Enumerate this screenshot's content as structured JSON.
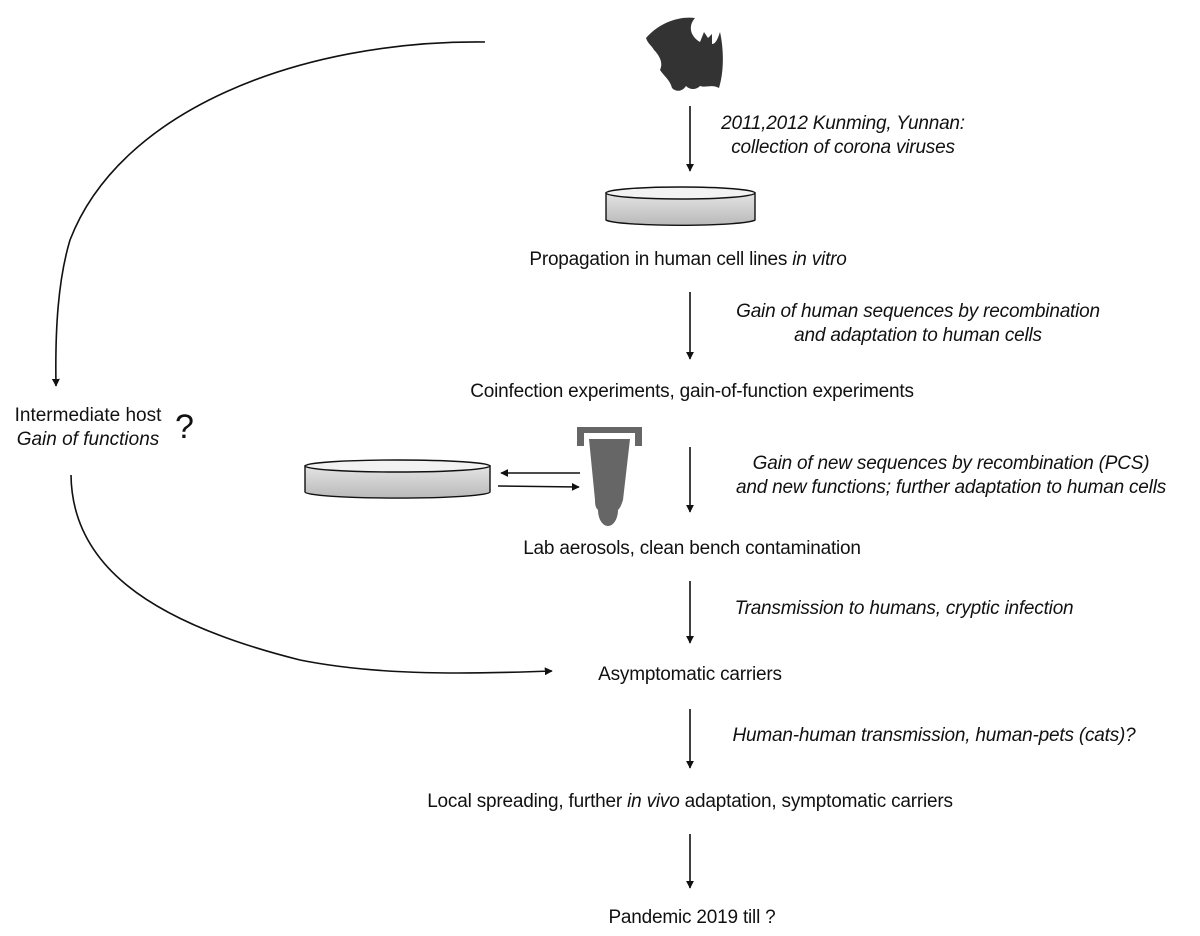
{
  "steps": [
    {
      "text": "Propagation in human cell lines ",
      "italic_suffix": "in vitro"
    },
    {
      "text": "Coinfection experiments, gain-of-function experiments"
    },
    {
      "text": "Lab aerosols, clean bench contamination"
    },
    {
      "text": "Asymptomatic carriers"
    },
    {
      "prefix": "Local spreading, further ",
      "italic": "in vivo",
      "suffix": " adaptation, symptomatic carriers"
    },
    {
      "text": "Pandemic 2019 till ?"
    }
  ],
  "notes": [
    {
      "line1": "2011,2012 Kunming, Yunnan:",
      "line2": "collection of corona viruses"
    },
    {
      "line1": "Gain of human sequences by recombination",
      "line2": "and adaptation to human cells"
    },
    {
      "line1": "Gain of new sequences by recombination (PCS)",
      "line2": "and new functions; further adaptation to human cells"
    },
    {
      "line1": "Transmission to humans, cryptic infection"
    },
    {
      "line1": "Human-human transmission, human-pets (cats)?"
    }
  ],
  "intermediate": {
    "line1": "Intermediate host",
    "line2": "Gain of functions",
    "question": "?"
  },
  "icons": [
    "bat-icon",
    "petri-dish-icon",
    "petri-dish-icon",
    "eppendorf-tube-icon"
  ],
  "colors": {
    "ink": "#111111",
    "icon_dark": "#333333",
    "tube": "#666666",
    "dish_light": "#eeeeee",
    "dish_dark": "#bbbbbb"
  }
}
